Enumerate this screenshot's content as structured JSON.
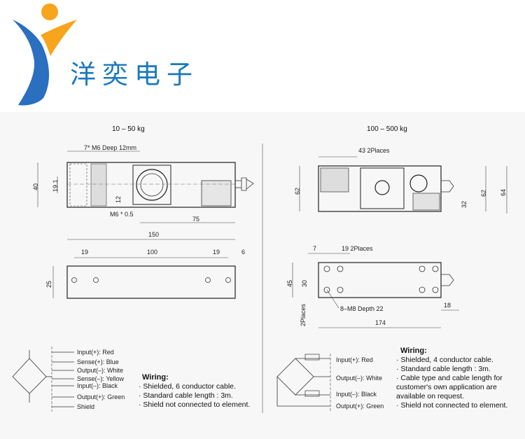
{
  "brand": {
    "name": "洋奕电子"
  },
  "left": {
    "title": "10 – 50 kg",
    "dims": {
      "thread": "7* M6 Deep 12mm",
      "h40": "40",
      "h19_1": "19.1",
      "h12": "12",
      "m6": "M6 * 0.5",
      "d75": "75",
      "d150": "150",
      "d19a": "19",
      "d100": "100",
      "d19b": "19",
      "d6": "6",
      "d25": "25"
    },
    "wiring": {
      "labels": [
        "Input(+): Red",
        "Sense(+): Blue",
        "Output(–): White",
        "Sense(–): Yellow",
        "Input(–): Black",
        "Output(+): Green",
        "Shield"
      ],
      "heading": "Wiring:",
      "notes": [
        "· Shielded, 6 conductor cable.",
        "· Standard cable length : 3m.",
        "· Shield not connected to element."
      ]
    }
  },
  "right": {
    "title": "100 – 500 kg",
    "dims": {
      "places43": "43  2Places",
      "h62a": "62",
      "h62b": "62",
      "h64": "64",
      "h32": "32",
      "d7": "7",
      "d19": "19  2Places",
      "h45": "45",
      "h30": "30",
      "places2": "2Places",
      "m8": "8–M8 Depth 22",
      "d18": "18",
      "d174": "174"
    },
    "wiring": {
      "labels": [
        "Input(+): Red",
        "Output(–): White",
        "Input(–): Black",
        "Output(+): Green"
      ],
      "heading": "Wiring:",
      "notes": [
        "· Shielded, 4 conductor cable.",
        "· Standard cable length : 3m.",
        "· Cable type and cable length for",
        "  customer's own application are",
        "  available on request.",
        "· Shield not connected to element."
      ]
    }
  },
  "colors": {
    "brand_blue": "#1a78bd",
    "logo_orange": "#f6a51c",
    "logo_blue": "#2a6fc0",
    "sheet_bg": "#f7f7f7"
  }
}
